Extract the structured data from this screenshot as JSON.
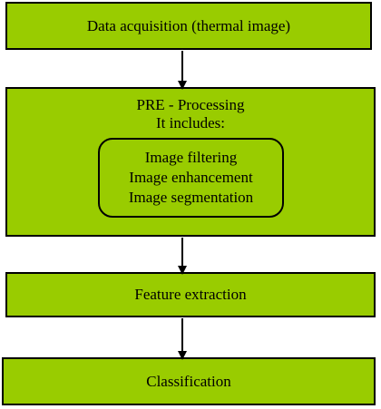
{
  "diagram": {
    "steps": {
      "acquisition": "Data acquisition (thermal image)",
      "preprocessing_title": "PRE - Processing",
      "preprocessing_subtitle": "It includes:",
      "preprocessing_items": [
        "Image filtering",
        "Image enhancement",
        "Image segmentation"
      ],
      "feature": "Feature extraction",
      "classification": "Classification"
    },
    "colors": {
      "box_fill": "#99cc00",
      "stroke": "#000000"
    }
  }
}
